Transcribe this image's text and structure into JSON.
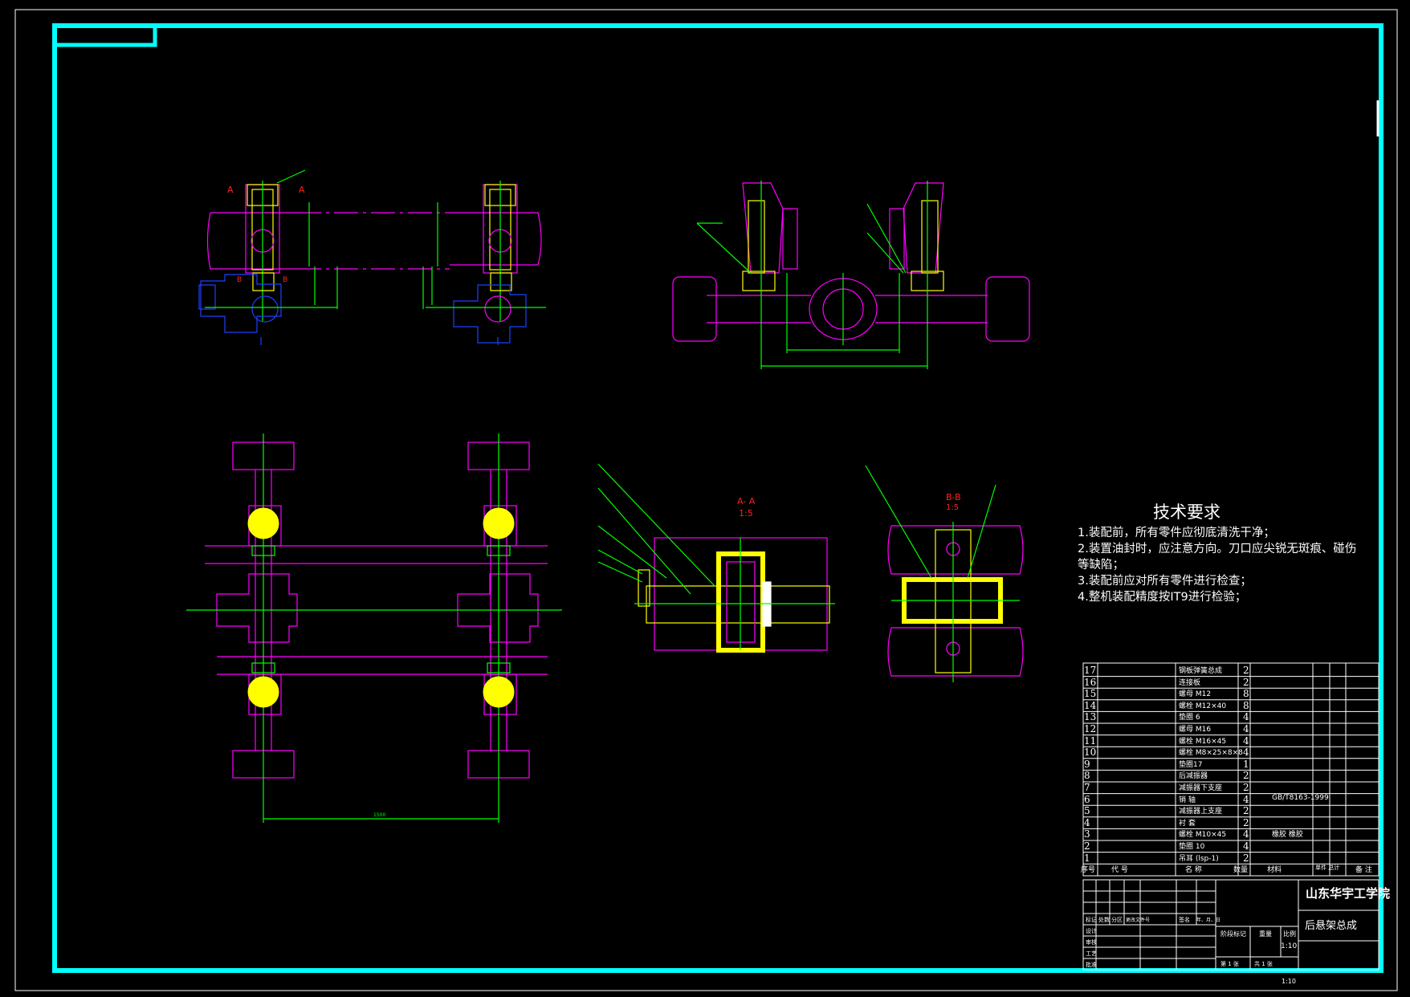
{
  "colors": {
    "frame": "#00ffff",
    "part": "#ff00ff",
    "dim": "#00ff00",
    "highlight": "#ffff00",
    "blue": "#1e40ff",
    "section": "#ff2020",
    "text": "#ffffff"
  },
  "views": {
    "aa_label": "A- A",
    "aa_scale": "1:5",
    "bb_label": "B-B",
    "bb_scale": "1:5",
    "section_letters": {
      "a": "A",
      "b": "B"
    },
    "dim_1500": "1500"
  },
  "tech": {
    "title": "技术要求",
    "items": [
      "1.装配前，所有零件应彻底清洗干净；",
      "2.装置油封时，应注意方向。刀口应尖锐无斑痕、碰伤",
      "等缺陷；",
      "3.装配前应对所有零件进行检查；",
      "4.整机装配精度按IT9进行检验；"
    ]
  },
  "bom": {
    "rows": [
      {
        "no": "17",
        "name": "钢板弹簧总成",
        "qty": "2",
        "mat": ""
      },
      {
        "no": "16",
        "name": "连接板",
        "qty": "2",
        "mat": ""
      },
      {
        "no": "15",
        "name": "螺母 M12",
        "qty": "8",
        "mat": ""
      },
      {
        "no": "14",
        "name": "螺栓 M12×40",
        "qty": "8",
        "mat": ""
      },
      {
        "no": "13",
        "name": "垫圈 6",
        "qty": "4",
        "mat": ""
      },
      {
        "no": "12",
        "name": "螺母 M16",
        "qty": "4",
        "mat": ""
      },
      {
        "no": "11",
        "name": "螺栓 M16×45",
        "qty": "4",
        "mat": ""
      },
      {
        "no": "10",
        "name": "螺栓 M8×25×8×8",
        "qty": "4",
        "mat": ""
      },
      {
        "no": "9",
        "name": "垫圈17",
        "qty": "1",
        "mat": ""
      },
      {
        "no": "8",
        "name": "后减振器",
        "qty": "2",
        "mat": ""
      },
      {
        "no": "7",
        "name": "减振器下支座",
        "qty": "2",
        "mat": ""
      },
      {
        "no": "6",
        "name": "销 轴",
        "qty": "4",
        "mat": "GB/T8163-1999"
      },
      {
        "no": "5",
        "name": "减振器上支座",
        "qty": "2",
        "mat": ""
      },
      {
        "no": "4",
        "name": "衬 套",
        "qty": "2",
        "mat": ""
      },
      {
        "no": "3",
        "name": "螺栓 M10×45",
        "qty": "4",
        "mat": "橡胶 橡胶"
      },
      {
        "no": "2",
        "name": "垫圈 10",
        "qty": "4",
        "mat": ""
      },
      {
        "no": "1",
        "name": "吊耳 (lsp-1)",
        "qty": "2",
        "mat": ""
      }
    ],
    "header": {
      "no": "序号",
      "code": "代 号",
      "name": "名 称",
      "qty": "数量",
      "mat": "材料",
      "weight": "单件 总计",
      "note": "备 注"
    }
  },
  "titleblock": {
    "school": "山东华宇工学院",
    "drawing_name": "后悬架总成",
    "scale": "1:10",
    "footer": "1:10",
    "labels": {
      "stage": "阶段标记",
      "weight": "重量",
      "scale_label": "比例",
      "sheet": "共 1 张",
      "sheet2": "第 1 张",
      "design": "设计",
      "check": "审核",
      "craft": "工艺",
      "approve": "批准",
      "mark": "标记",
      "count": "处数",
      "zone": "分区",
      "docno": "更改文件号",
      "sign": "签名",
      "date": "年、月、日"
    }
  }
}
